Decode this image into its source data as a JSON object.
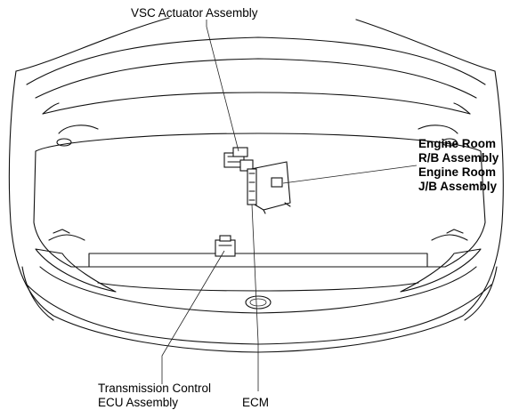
{
  "labels": {
    "vsc_actuator": "VSC Actuator Assembly",
    "engine_room_rb_line1": "Engine Room",
    "engine_room_rb_line2": "R/B Assembly",
    "engine_room_jb_line1": "Engine Room",
    "engine_room_jb_line2": "J/B Assembly",
    "transmission_ecu_line1": "Transmission Control",
    "transmission_ecu_line2": "ECU Assembly",
    "ecm": "ECM"
  }
}
